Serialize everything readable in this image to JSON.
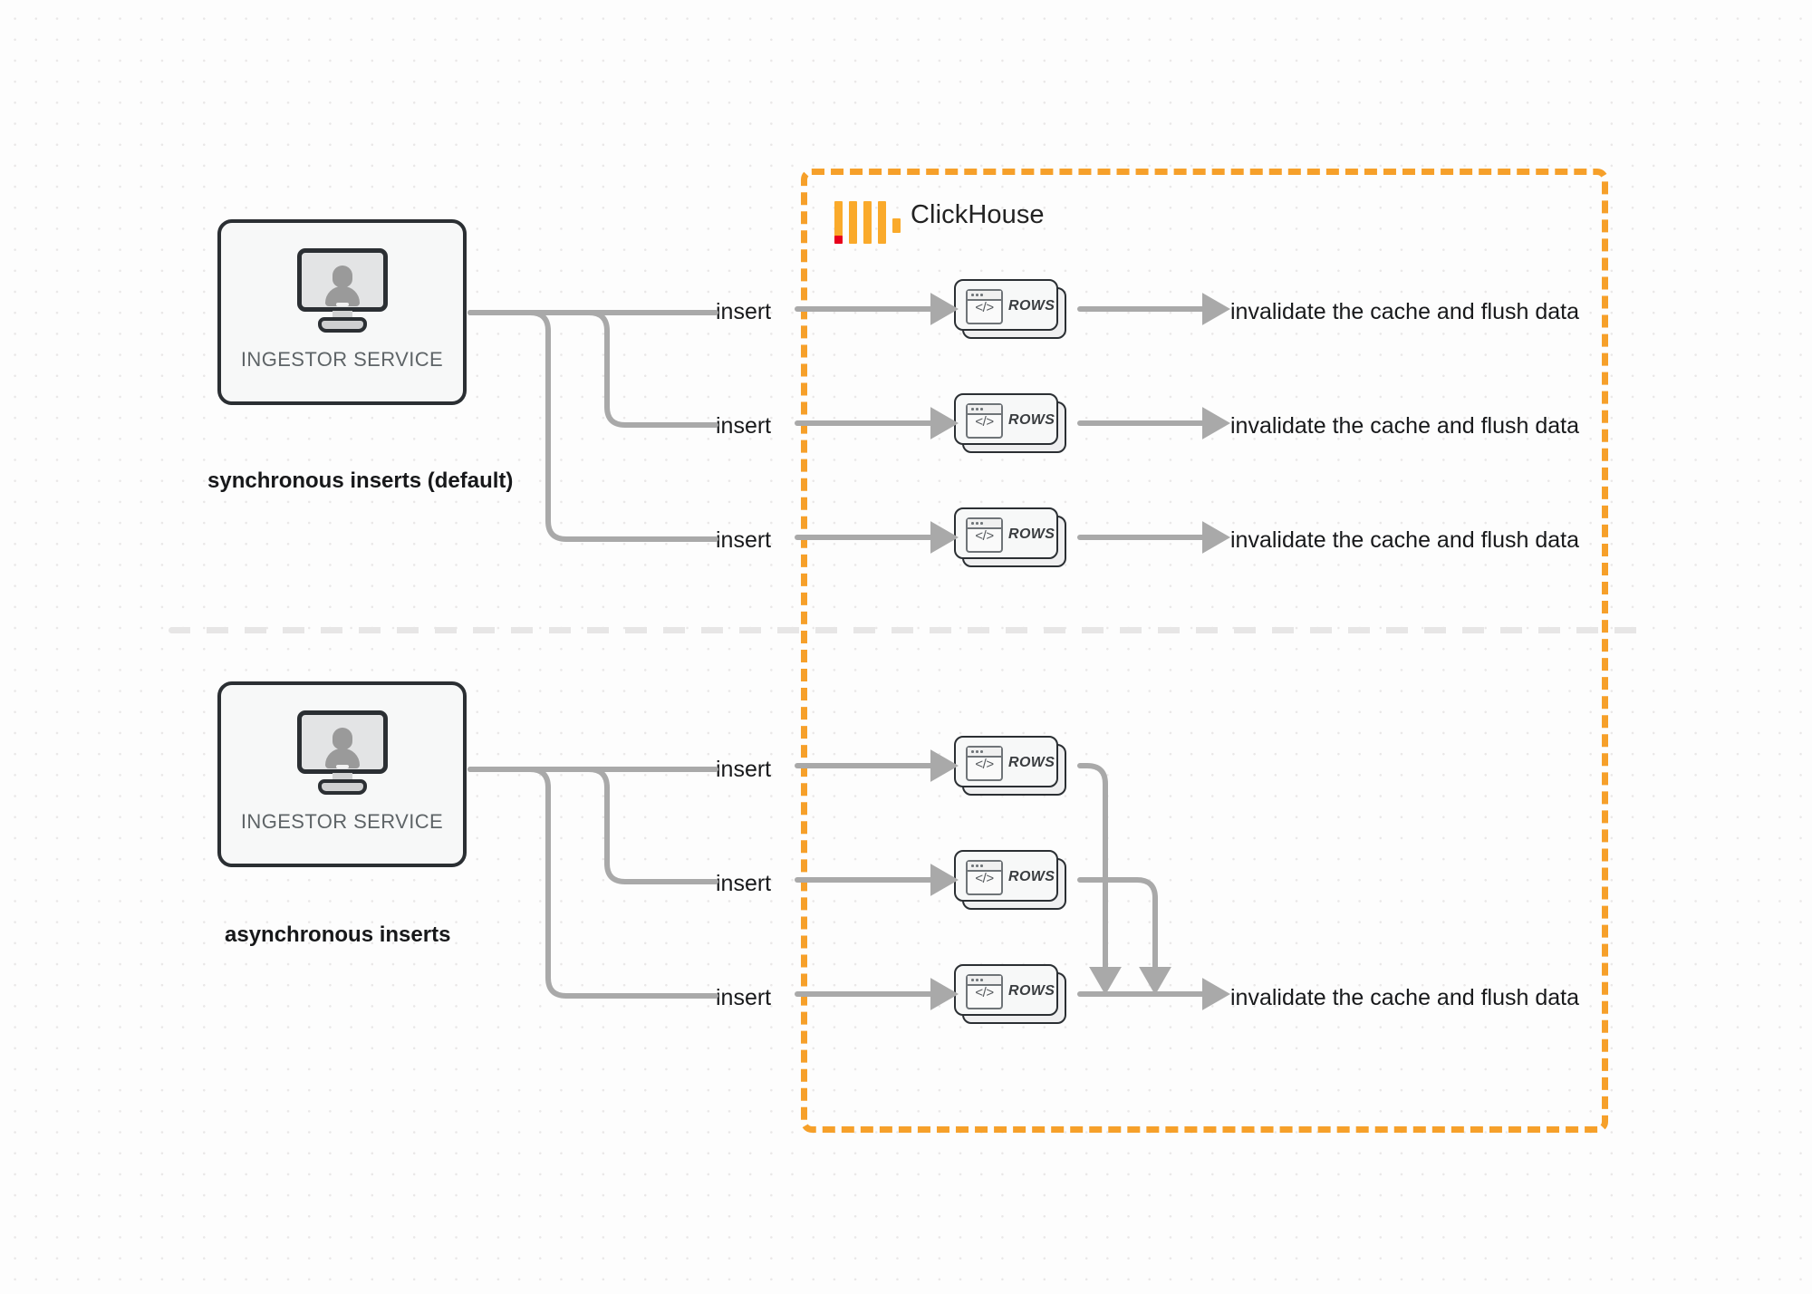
{
  "diagram": {
    "title": "ClickHouse synchronous vs asynchronous inserts",
    "background": "#fdfdfd",
    "accent_orange": "#f6a02a",
    "wire_gray": "#aaaaaa",
    "box_border": "#2b2f33"
  },
  "clickhouse": {
    "name": "ClickHouse",
    "logo_name": "clickhouse-logo",
    "border_color": "#f6a02a"
  },
  "sections": [
    {
      "id": "synchronous",
      "caption": "synchronous inserts (default)",
      "service": {
        "label": "INGESTOR SERVICE",
        "icon": "monitor-user-icon"
      },
      "rows": [
        {
          "insert_label": "insert",
          "card_label": "ROWS",
          "result_label": "invalidate the cache and flush data"
        },
        {
          "insert_label": "insert",
          "card_label": "ROWS",
          "result_label": "invalidate the cache and flush data"
        },
        {
          "insert_label": "insert",
          "card_label": "ROWS",
          "result_label": "invalidate the cache and flush data"
        }
      ]
    },
    {
      "id": "asynchronous",
      "caption": "asynchronous inserts",
      "service": {
        "label": "INGESTOR SERVICE",
        "icon": "monitor-user-icon"
      },
      "rows": [
        {
          "insert_label": "insert",
          "card_label": "ROWS",
          "result_label": ""
        },
        {
          "insert_label": "insert",
          "card_label": "ROWS",
          "result_label": ""
        },
        {
          "insert_label": "insert",
          "card_label": "ROWS",
          "result_label": "invalidate the cache and flush data"
        }
      ]
    }
  ]
}
